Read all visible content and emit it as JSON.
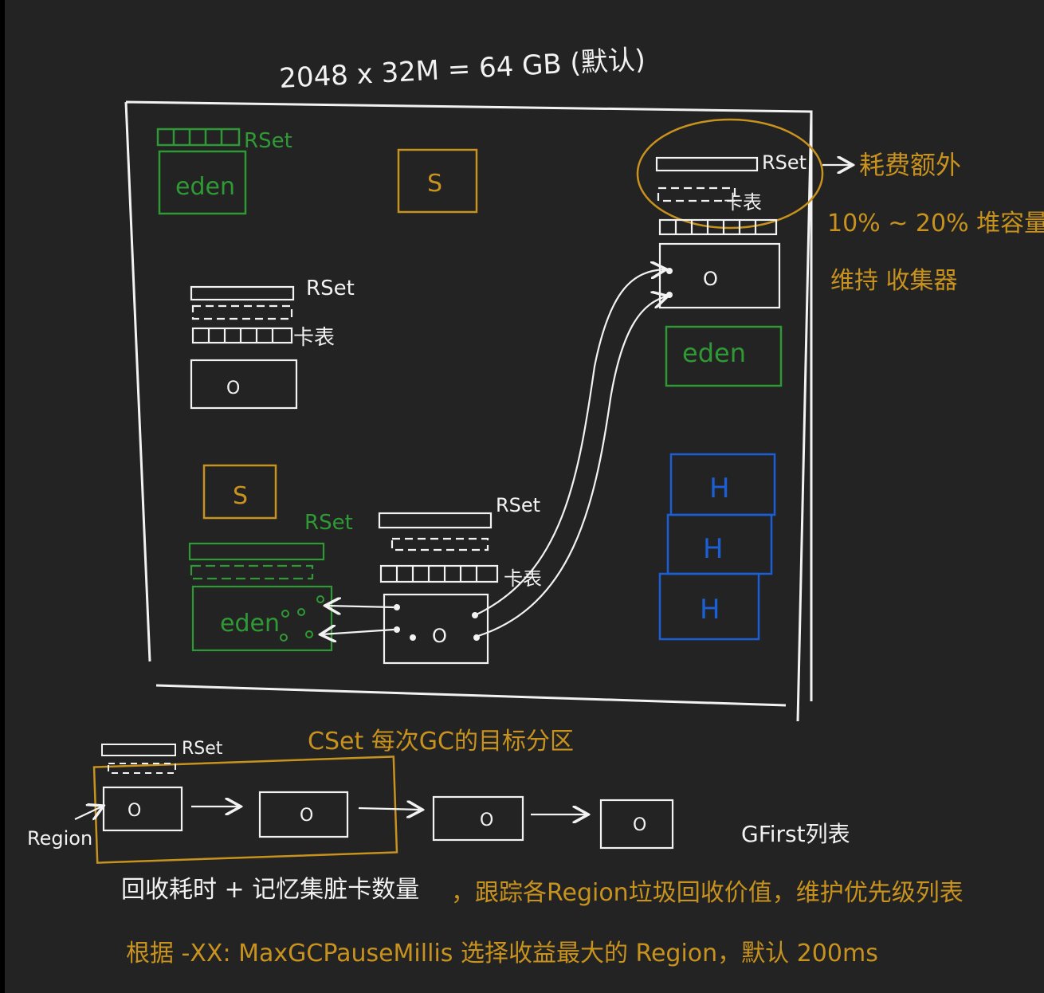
{
  "title": "2048 x 32M = 64 GB (默认)",
  "colors": {
    "background": "#232323",
    "white": "#f2f2f2",
    "green": "#2f9a35",
    "yellow": "#c8921e",
    "blue": "#1a5fd6"
  },
  "labels": {
    "rset": "RSet",
    "table": "卡表",
    "eden": "eden",
    "survivor": "S",
    "humongous": "H",
    "old": "O",
    "region": "Region"
  },
  "rset_overhead": {
    "arrow_text": "耗费额外",
    "line2": "10% ~ 20% 堆容量",
    "line3": "维持 收集器"
  },
  "cset": {
    "label": "CSet 每次GC的目标分区",
    "gfirst": "GFirst列表"
  },
  "notes": {
    "line1_white": "回收耗时 + 记忆集脏卡数量",
    "line1_yellow": "，跟踪各Region垃圾回收价值，维护优先级列表",
    "line2": "根据 -XX: MaxGCPauseMillis 选择收益最大的 Region，默认 200ms"
  }
}
